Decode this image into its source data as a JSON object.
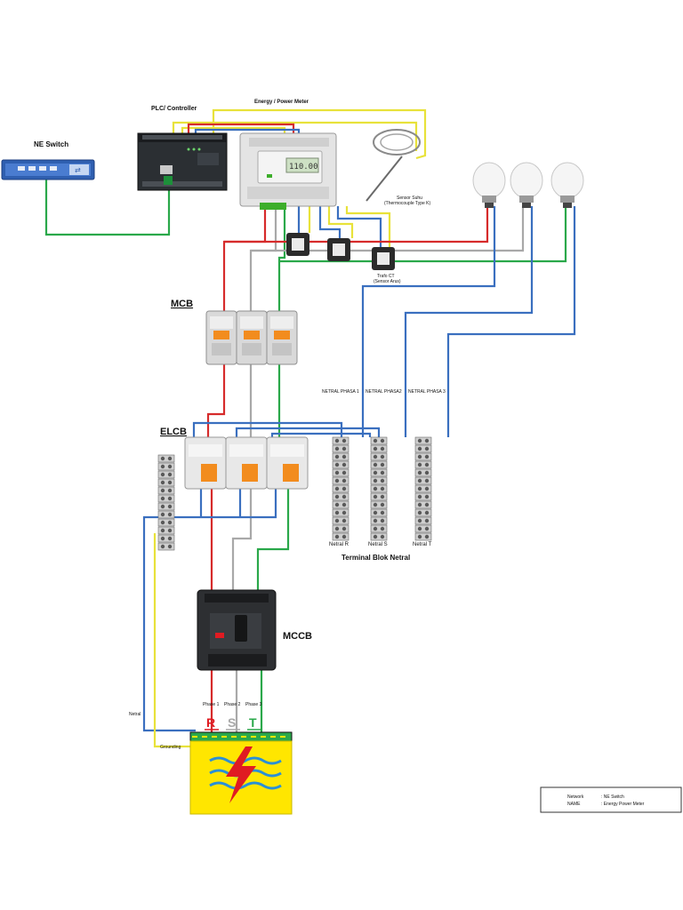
{
  "labels": {
    "ne_switch": "NE Switch",
    "plc": "PLC/ Controller",
    "energy_meter": "Energy / Power Meter",
    "sensor_suhu": "Sensor Suhu",
    "sensor_suhu_sub": "(Thermocouple Type K)",
    "trafo_ct": "Trafo CT",
    "trafo_ct_sub": "(Sensor Arus)",
    "mcb": "MCB",
    "elcb": "ELCB",
    "mccb": "MCCB",
    "netral_phasa_1": "NETRAL PHASA 1",
    "netral_phasa_2": "NETRAL PHASA2",
    "netral_phasa_3": "NETRAL PHASA 3",
    "netral_r": "Netral R",
    "netral_s": "Netral S",
    "netral_t": "Netral T",
    "terminal_blok": "Terminal Blok Netral",
    "phase_1": "Phase 1",
    "phase_2": "Phase 2",
    "phase_3": "Phase 3",
    "letter_r": "R",
    "letter_s": "S",
    "letter_t": "T",
    "netral": "Netral",
    "grounding": "Grounding"
  },
  "meter_display": "110.00",
  "legend": [
    {
      "key": "Network",
      "value": ": NE Switch"
    },
    {
      "key": "NAME",
      "value": ": Energy Power Meter"
    }
  ],
  "colors": {
    "phase_r": "#d62b2b",
    "phase_s": "#a8a8a8",
    "phase_t": "#2aa84a",
    "netral": "#3a6fbf",
    "signal_yellow": "#e8e23a",
    "network_green": "#2aa84a",
    "device_gray": "#d8d8d8",
    "schneider_green": "#3dae2b",
    "elcb_orange": "#f28c1e",
    "pln_yellow": "#ffe600",
    "pln_blue": "#2a8fd6",
    "pln_red": "#e01b22"
  }
}
